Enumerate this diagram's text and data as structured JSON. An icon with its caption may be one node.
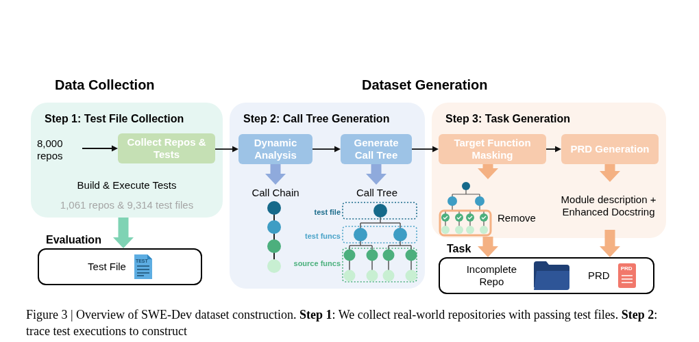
{
  "diagram": {
    "caption": "Figure 3 | Overview of SWE-Dev dataset construction. **Step 1**: We collect real-world repositories with passing test files. **Step 2**: trace test executions to construct",
    "nodes": [
      {
        "text": [
          "Step 1: Test File Collection"
        ]
      },
      {
        "text": [
          "8,000 repos"
        ],
        "in": 0
      },
      {
        "text": [
          "Collect Repos & Tests"
        ],
        "in": 0
      },
      {
        "text": [
          "Step 2: Call Tree Generation"
        ]
      },
      {
        "text": [
          "Dynamic Analysis"
        ],
        "in": 3
      },
      {
        "text": [
          "Generate Call Tree"
        ],
        "in": 3
      },
      {
        "text": [
          "Call Chain"
        ],
        "in": 3
      },
      {
        "text": [
          "Call Tree"
        ],
        "in": 3
      },
      {
        "text": [
          "Step 3: Task Generation"
        ]
      },
      {
        "text": [
          "Target Function Masking"
        ],
        "in": 8
      },
      {
        "text": [
          "PRD Generation"
        ],
        "in": 8
      },
      {
        "text": [
          "Remove"
        ],
        "in": 8
      },
      {
        "text": [
          "Module description + Enhanced Docstring"
        ],
        "in": 8
      },
      {
        "text": [
          "Evaluation",
          "Test File"
        ]
      },
      {
        "text": [
          "Task",
          "Incomplete Repo",
          "PRD"
        ]
      }
    ],
    "edges": [
      {
        "from": 1,
        "to": 2,
        "arrow": "to"
      },
      {
        "from": 2,
        "to": 4,
        "arrow": "to"
      },
      {
        "from": 4,
        "to": 5,
        "arrow": "to"
      },
      {
        "from": 5,
        "to": 9,
        "arrow": "to"
      },
      {
        "from": 9,
        "to": 10,
        "arrow": "to"
      },
      {
        "from": 4,
        "to": 6,
        "arrow": "to",
        "style": "thick",
        "color": "#8faadc"
      },
      {
        "from": 5,
        "to": 7,
        "arrow": "to",
        "style": "thick",
        "color": "#8faadc"
      },
      {
        "from": 9,
        "to": 11,
        "arrow": "to",
        "style": "thick",
        "color": "#f4b183"
      },
      {
        "from": 10,
        "to": 12,
        "arrow": "to",
        "style": "thick",
        "color": "#f4b183"
      },
      {
        "from": 0,
        "to": 13,
        "arrow": "to",
        "style": "thick",
        "color": "#7fd3b4"
      },
      {
        "from": 11,
        "to": 14,
        "arrow": "to",
        "style": "thick",
        "color": "#f4b183"
      },
      {
        "from": 12,
        "to": 14,
        "arrow": "to",
        "style": "thick",
        "color": "#f4b183"
      }
    ],
    "labels": [
      "Data Collection",
      "Dataset Generation",
      "Build & Execute Tests",
      "1,061 repos & 9,314 test files",
      "test file",
      "test funcs",
      "source funcs",
      "TEST",
      "PRD"
    ]
  }
}
